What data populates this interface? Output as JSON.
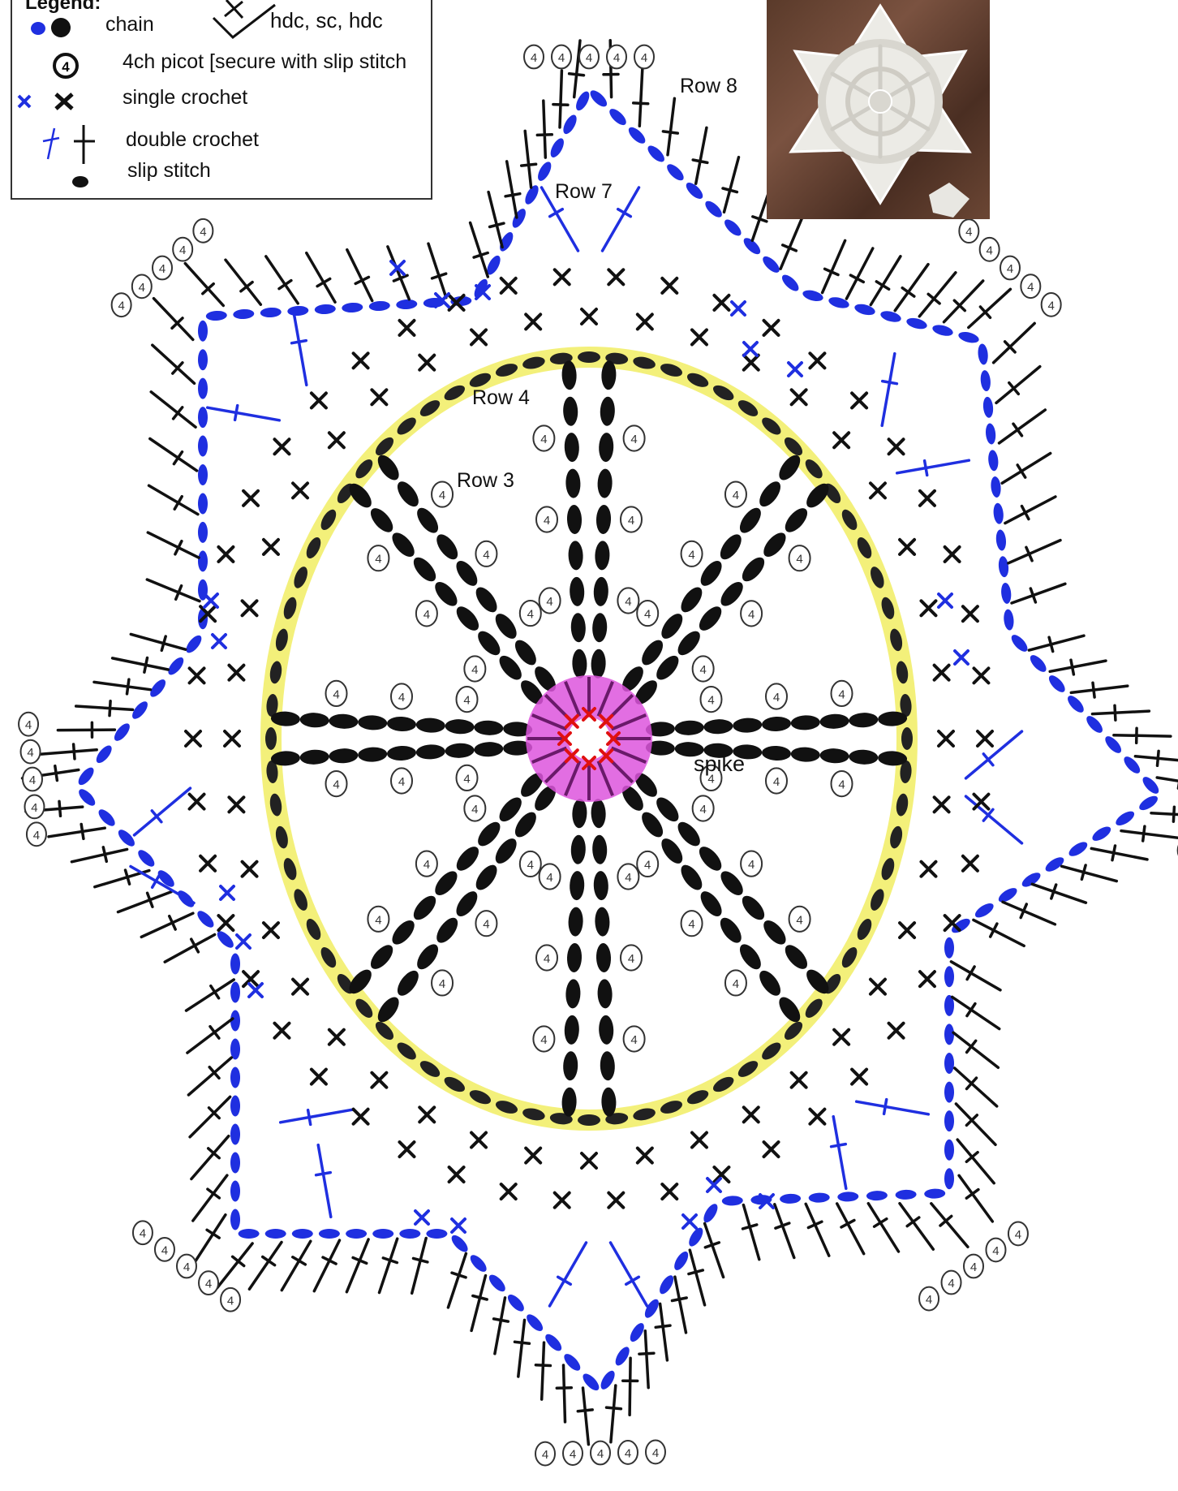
{
  "legend": {
    "title": "Legend:",
    "items": [
      {
        "label": "chain",
        "icon": "chain-icon"
      },
      {
        "label": "4ch picot [secure with slip stitch",
        "icon": "picot-icon"
      },
      {
        "label": "single crochet",
        "icon": "single-crochet-icon"
      },
      {
        "label": "double crochet",
        "icon": "double-crochet-icon"
      },
      {
        "label": "slip stitch",
        "icon": "slip-stitch-icon"
      }
    ],
    "hdc_label": "hdc, sc, hdc"
  },
  "labels": {
    "row8": "Row 8",
    "row7": "Row 7",
    "row4": "Row 4",
    "row3": "Row 3",
    "spike": "spike"
  },
  "picot_number": "4",
  "colors": {
    "chain_blue": "#1f2fe0",
    "stitch_black": "#111111",
    "ring_yellow": "#f3f07a",
    "center_magenta": "#dd55dd",
    "center_red": "#e01010",
    "photo_bg": "#5a3a2a"
  },
  "photo": {
    "description_icon": "snowflake-photo"
  }
}
